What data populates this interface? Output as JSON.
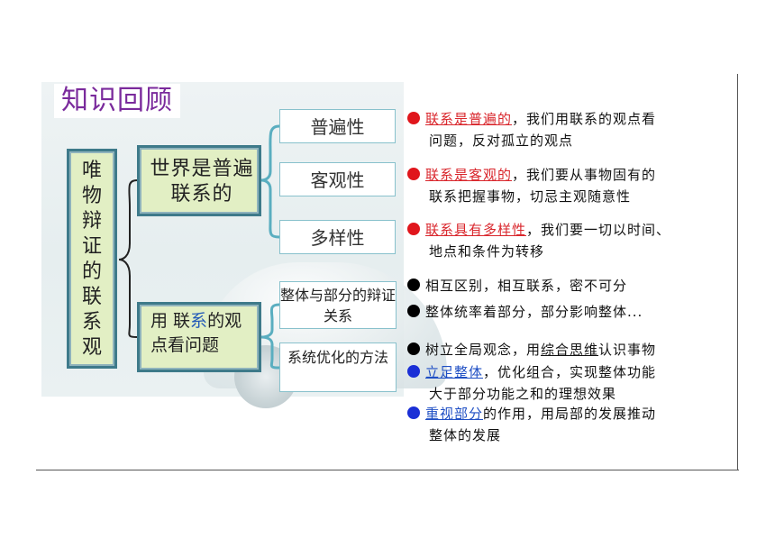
{
  "title": "知识回顾",
  "root": "唯物辩证的联系观",
  "branch_world": "世界是普遍联系的",
  "branch_view": {
    "pre": "用 联",
    "blue": "系",
    "post": "的观点看问题"
  },
  "sub": {
    "universal": "普遍性",
    "objective": "客观性",
    "diverse": "多样性",
    "whole_part": "整体与部分的辩证关系",
    "system": "系统优化的方法"
  },
  "notes": {
    "n1_key": "联系是普遍的",
    "n1_rest_a": "，我们用联系的观点看",
    "n1_rest_b": "问题，反对孤立的观点",
    "n2_key": "联系是客观的",
    "n2_rest_a": "，我们要从事物固有的",
    "n2_rest_b": "联系把握事物，切忌主观随意性",
    "n3_key": "联系具有多样性",
    "n3_rest_a": "，我们要一切以时间、",
    "n3_rest_b": "地点和条件为转移",
    "n4": "相互区别，相互联系，密不可分",
    "n5": "整体统率着部分，部分影响整体...",
    "n6_pre": "树立全局观念，用",
    "n6_key": "综合思维",
    "n6_post": "认识事物",
    "n7_key": "立足整体",
    "n7_rest_a": "，优化组合，实现整体功能",
    "n7_rest_b": "大于部分功能之和的理想效果",
    "n8_key": "重视部分",
    "n8_rest_a": "的作用，用局部的发展推动",
    "n8_rest_b": "整体的发展"
  },
  "colors": {
    "red_dot": "#e0161c",
    "black_dot": "#000000",
    "blue_dot": "#1a2fd6",
    "title": "#7a2a9c"
  }
}
